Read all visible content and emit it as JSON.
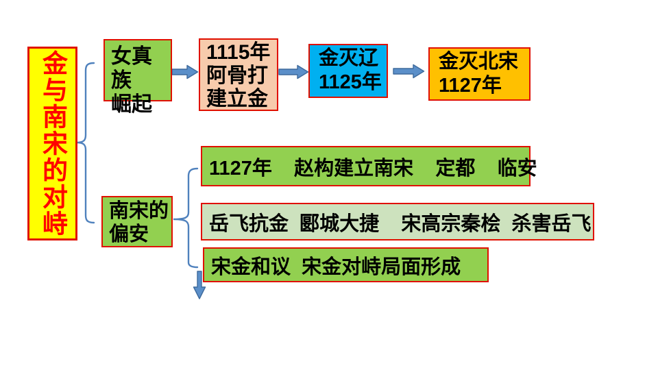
{
  "slide": {
    "title": {
      "text": "金与南宋的对峙",
      "text_color": "#FF0000",
      "fill": "#FFFF00"
    },
    "top_branch": {
      "label_box": {
        "text": "女真族\n崛起",
        "fill": "#92D050"
      },
      "flow": [
        {
          "text": "1115年\n阿骨打\n建立金",
          "fill": "#F7CBAC"
        },
        {
          "text": "金灭辽\n1125年",
          "fill": "#00B0F0"
        },
        {
          "text": "金灭北宋\n1127年",
          "fill": "#FFC000"
        }
      ]
    },
    "bottom_branch": {
      "label_box": {
        "text": "南宋的\n偏安",
        "fill": "#92D050"
      },
      "bars": [
        {
          "text": "1127年    赵构建立南宋    定都    临安",
          "fill": "#92D050"
        },
        {
          "text": "岳飞抗金  郾城大捷    宋高宗秦桧  杀害岳飞",
          "fill": "#CDE2BE"
        },
        {
          "text": "宋金和议  宋金对峙局面形成",
          "fill": "#92D050"
        }
      ]
    },
    "icons": {
      "flow_arrow_icon": "block-arrow-right",
      "down_arrow_icon": "block-arrow-down",
      "group_brace_icon": "left-curly-brace"
    }
  },
  "colors": {
    "box_border": "#E01000",
    "brace": "#4F81BD",
    "connector_fill": "#5B8FC9",
    "connector_stroke": "#3E6A9C",
    "text_black": "#000000",
    "background": "#FFFFFF"
  }
}
